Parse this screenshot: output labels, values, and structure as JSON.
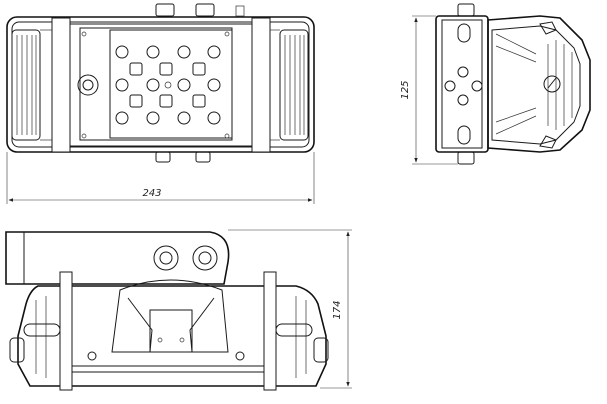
{
  "drawing": {
    "views": [
      "top-view",
      "side-view",
      "front-view"
    ],
    "dimensions": {
      "width": "243",
      "side_height": "125",
      "front_height": "174"
    }
  }
}
